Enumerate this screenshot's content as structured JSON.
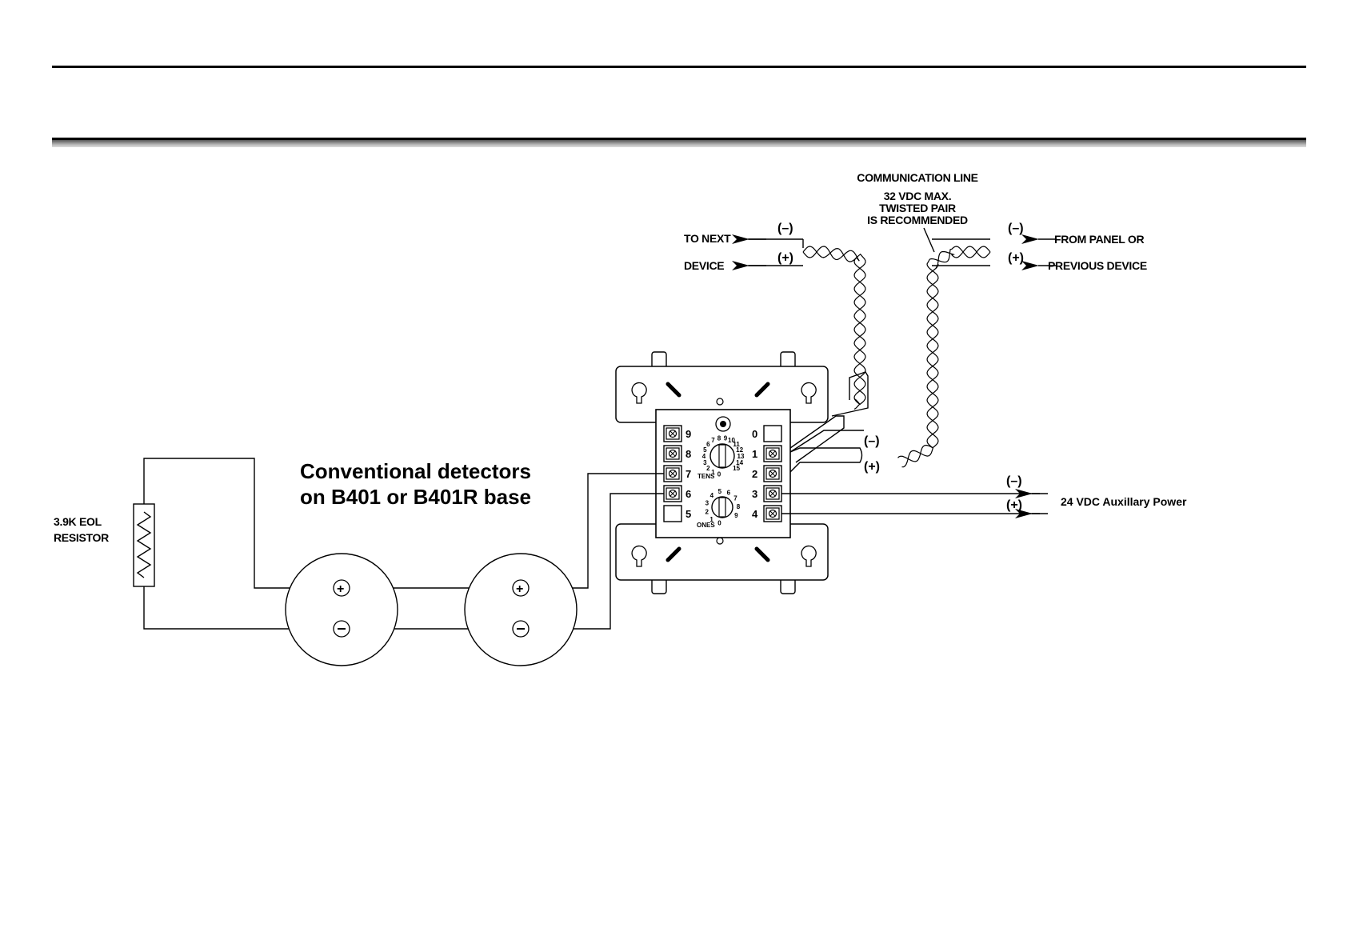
{
  "comm_line": {
    "title": "COMMUNICATION LINE",
    "line2": "32 VDC MAX.",
    "line3": "TWISTED PAIR",
    "line4": "IS RECOMMENDED"
  },
  "to_next": {
    "line1": "TO NEXT",
    "line2": "DEVICE",
    "minus": "(–)",
    "plus": "(+)"
  },
  "from_panel": {
    "line1": "FROM PANEL OR",
    "line2": "PREVIOUS DEVICE",
    "minus": "(–)",
    "plus": "(+)"
  },
  "module_in": {
    "minus": "(–)",
    "plus": "(+)"
  },
  "aux_power": {
    "label": "24 VDC Auxillary Power",
    "minus": "(–)",
    "plus": "(+)"
  },
  "detectors": {
    "line1": "Conventional detectors",
    "line2": "on B401 or B401R base"
  },
  "resistor": {
    "line1": "3.9K EOL",
    "line2": "RESISTOR"
  },
  "terminals": {
    "left": [
      "9",
      "8",
      "7",
      "6",
      "5"
    ],
    "right": [
      "0",
      "1",
      "2",
      "3",
      "4"
    ]
  },
  "rotary": {
    "tens_label": "TENS",
    "ones_label": "ONES",
    "tens_digits": [
      "0",
      "1",
      "2",
      "3",
      "4",
      "5",
      "6",
      "7",
      "8",
      "9",
      "10",
      "11",
      "12",
      "13",
      "14",
      "15"
    ],
    "ones_digits": [
      "0",
      "1",
      "2",
      "3",
      "4",
      "5",
      "6",
      "7",
      "8",
      "9"
    ]
  }
}
